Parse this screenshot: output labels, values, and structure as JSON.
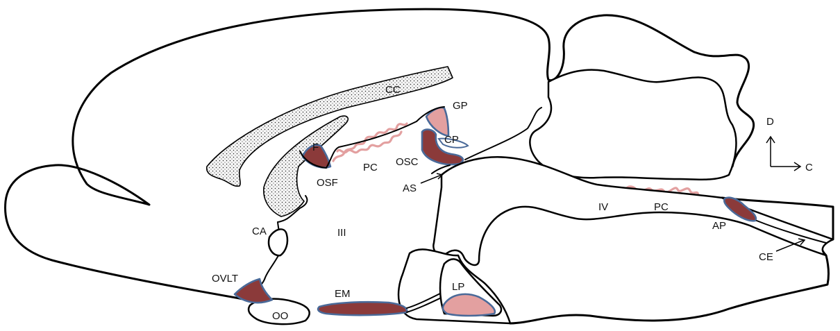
{
  "colors": {
    "dark_organ": "#8b3a3a",
    "light_organ": "#e3a0a0",
    "organ_border": "#4a6a99",
    "plexus": "#e3a0a0",
    "dots_fill": "#f4f4f4",
    "outline": "#000000"
  },
  "labels": {
    "cc": "CC",
    "gp": "GP",
    "cp": "CP",
    "f": "F",
    "osf": "OSF",
    "pc_upper": "PC",
    "osc": "OSC",
    "as": "AS",
    "ca": "CA",
    "third_ventricle": "III",
    "ovlt": "OVLT",
    "oo": "OO",
    "em": "EM",
    "lp": "LP",
    "fourth_ventricle": "IV",
    "pc_lower": "PC",
    "ap": "AP",
    "ce": "CE",
    "dorsal": "D",
    "caudal": "C"
  }
}
